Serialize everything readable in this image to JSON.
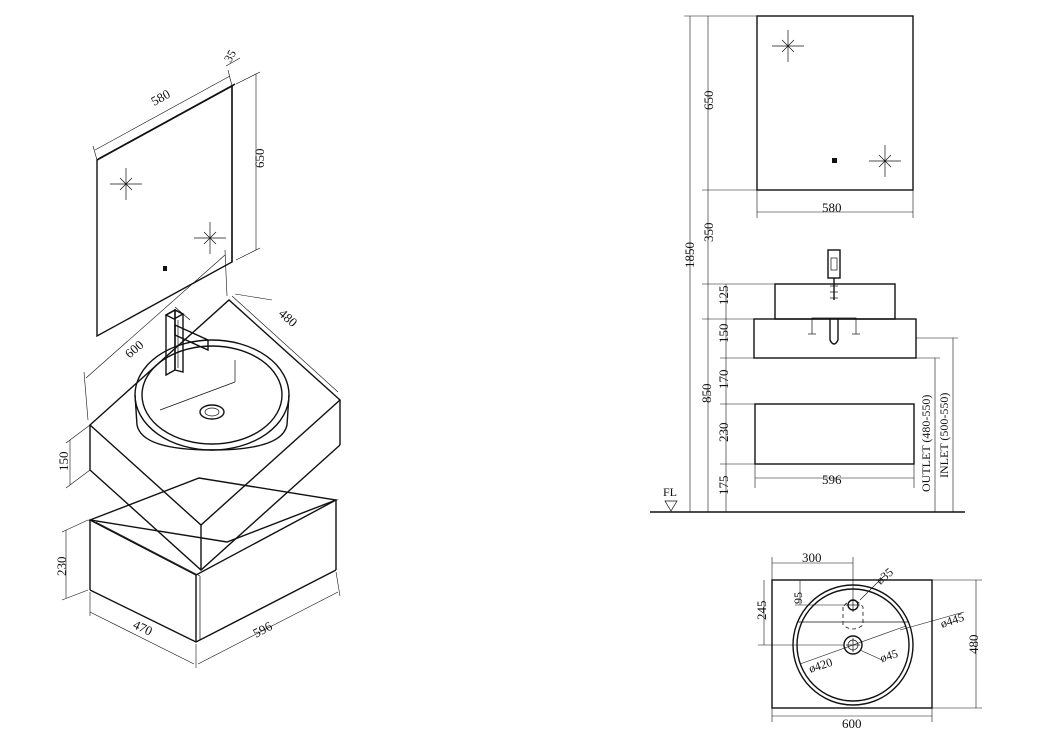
{
  "iso_view": {
    "mirror_width": "580",
    "mirror_depth": "35",
    "mirror_height": "650",
    "top_width": "600",
    "top_depth": "480",
    "top_height": "150",
    "drawer_height": "230",
    "drawer_depth": "470",
    "drawer_width": "596"
  },
  "elevation_view": {
    "mirror_height": "650",
    "mirror_width": "580",
    "gap_mirror": "350",
    "total_height": "1850",
    "basin_height": "125",
    "top_height": "150",
    "gap_drawer": "170",
    "countertop_height": "850",
    "drawer_height": "230",
    "floor_clearance": "175",
    "drawer_width": "596",
    "outlet_label": "OUTLET (480-550)",
    "inlet_label": "INLET (500-550)",
    "floor_label": "FL"
  },
  "plan_view": {
    "tap_offset": "300",
    "tap_hole": "ø35",
    "tap_inset": "95",
    "drain_offset": "245",
    "basin_outer": "ø445",
    "basin_inner": "ø420",
    "drain_hole": "ø45",
    "depth": "480",
    "width": "600"
  }
}
